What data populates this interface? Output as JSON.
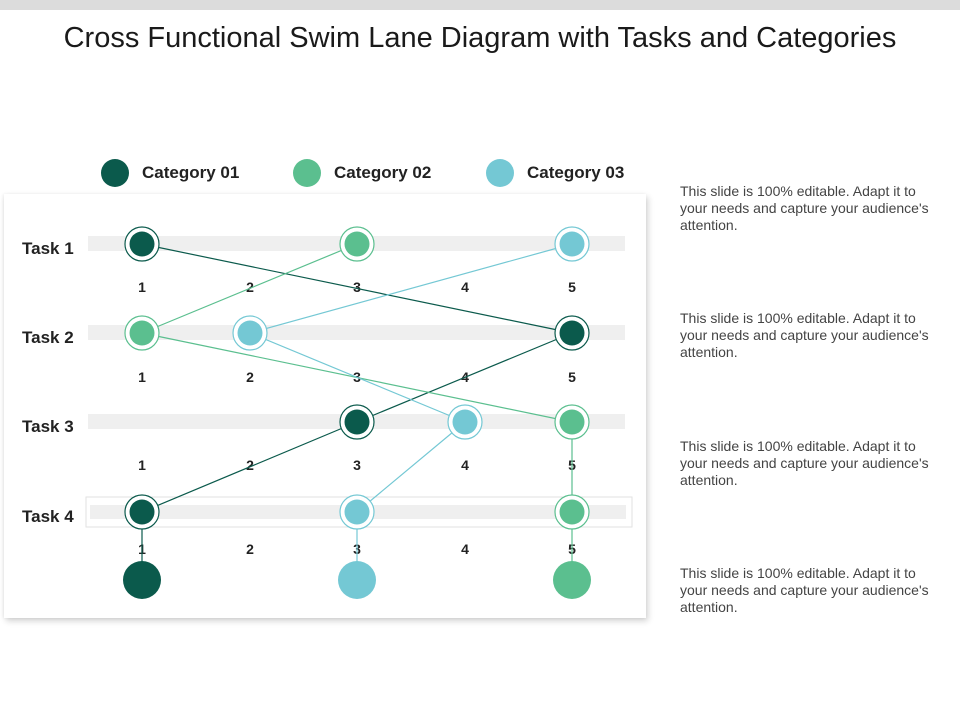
{
  "title": "Cross Functional Swim Lane Diagram with Tasks and Categories",
  "colors": {
    "cat1": "#0b5a4c",
    "cat2": "#5bbf8f",
    "cat3": "#74c8d4",
    "lane": "#efefef"
  },
  "legend": [
    {
      "label": "Category 01",
      "color": "#0b5a4c"
    },
    {
      "label": "Category 02",
      "color": "#5bbf8f"
    },
    {
      "label": "Category 03",
      "color": "#74c8d4"
    }
  ],
  "tasks": [
    "Task 1",
    "Task 2",
    "Task 3",
    "Task 4"
  ],
  "columns": [
    "1",
    "2",
    "3",
    "4",
    "5"
  ],
  "nodes": [
    {
      "task": 1,
      "column": 1,
      "category": 1
    },
    {
      "task": 1,
      "column": 3,
      "category": 2
    },
    {
      "task": 1,
      "column": 5,
      "category": 3
    },
    {
      "task": 2,
      "column": 1,
      "category": 2
    },
    {
      "task": 2,
      "column": 2,
      "category": 3
    },
    {
      "task": 2,
      "column": 5,
      "category": 1
    },
    {
      "task": 3,
      "column": 3,
      "category": 1
    },
    {
      "task": 3,
      "column": 4,
      "category": 3
    },
    {
      "task": 3,
      "column": 5,
      "category": 2
    },
    {
      "task": 4,
      "column": 1,
      "category": 1
    },
    {
      "task": 4,
      "column": 3,
      "category": 3
    },
    {
      "task": 4,
      "column": 5,
      "category": 2
    }
  ],
  "paths": [
    {
      "category": 1,
      "sequence": [
        [
          1,
          1
        ],
        [
          2,
          5
        ],
        [
          3,
          3
        ],
        [
          4,
          1
        ]
      ]
    },
    {
      "category": 2,
      "sequence": [
        [
          1,
          3
        ],
        [
          2,
          1
        ],
        [
          3,
          5
        ],
        [
          4,
          5
        ]
      ]
    },
    {
      "category": 3,
      "sequence": [
        [
          1,
          5
        ],
        [
          2,
          2
        ],
        [
          3,
          4
        ],
        [
          4,
          3
        ]
      ]
    }
  ],
  "end_nodes": [
    {
      "column": 1,
      "category": 1
    },
    {
      "column": 3,
      "category": 3
    },
    {
      "column": 5,
      "category": 2
    }
  ],
  "notes": [
    "This slide is 100% editable. Adapt it to your needs and capture your audience's attention.",
    "This slide is 100% editable. Adapt it to your needs and capture your audience's attention.",
    "This slide is 100% editable. Adapt it to your needs and capture your audience's attention.",
    "This slide is 100% editable. Adapt it to your needs and capture your audience's attention."
  ]
}
